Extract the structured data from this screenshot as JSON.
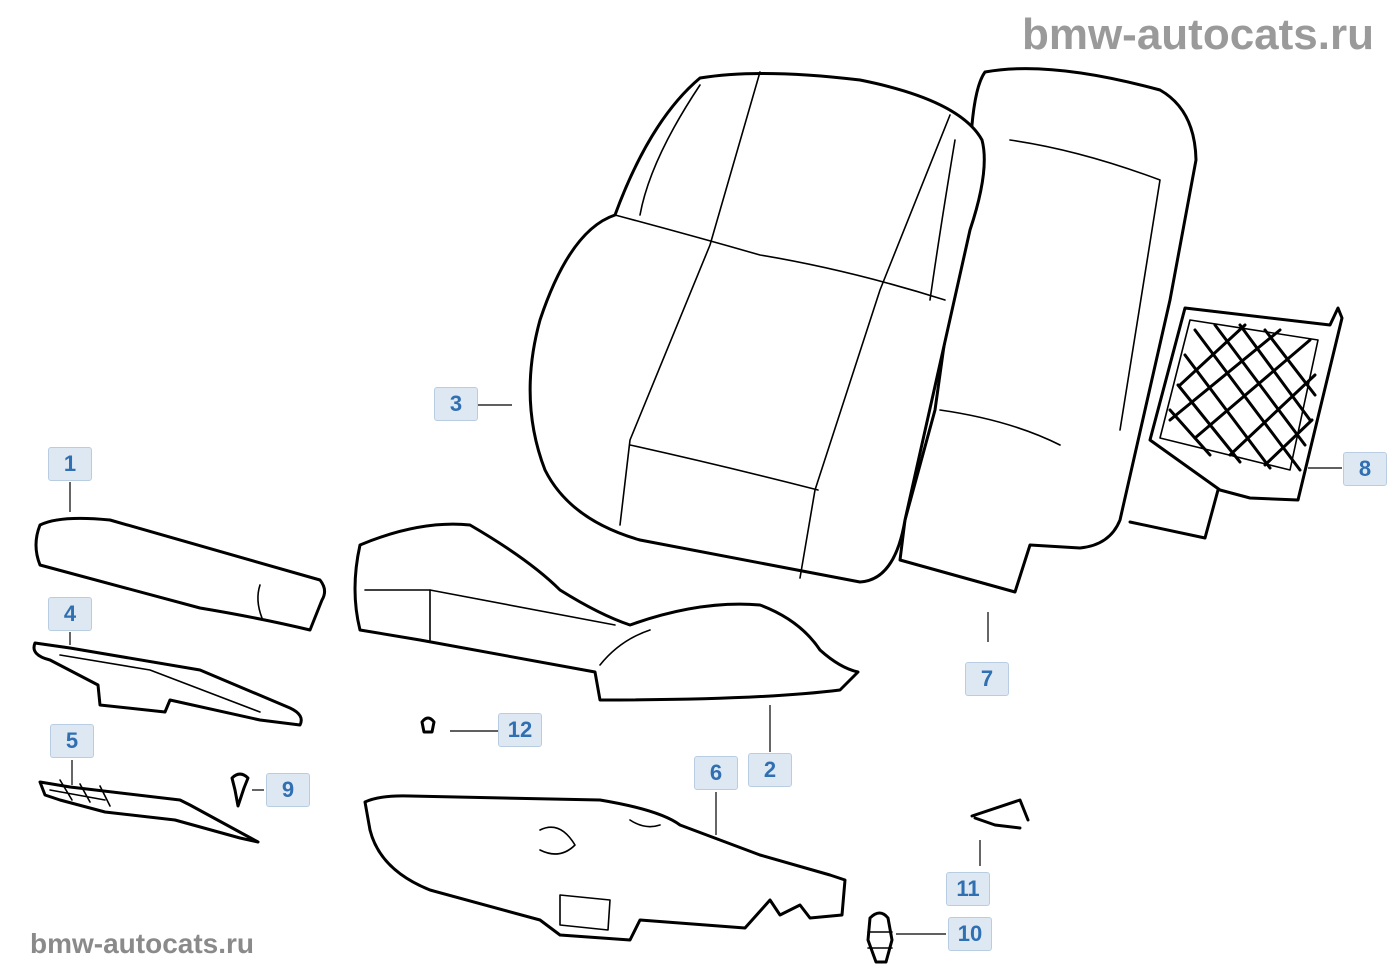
{
  "watermarks": {
    "top": "bmw-autocats.ru",
    "bottom": "bmw-autocats.ru"
  },
  "callouts": {
    "c1": "1",
    "c2": "2",
    "c3": "3",
    "c4": "4",
    "c5": "5",
    "c6": "6",
    "c7": "7",
    "c8": "8",
    "c9": "9",
    "c10": "10",
    "c11": "11",
    "c12": "12"
  },
  "colors": {
    "callout_bg": "#dde8f3",
    "callout_text": "#2f6fb2",
    "watermark": "#9a9a9a"
  }
}
